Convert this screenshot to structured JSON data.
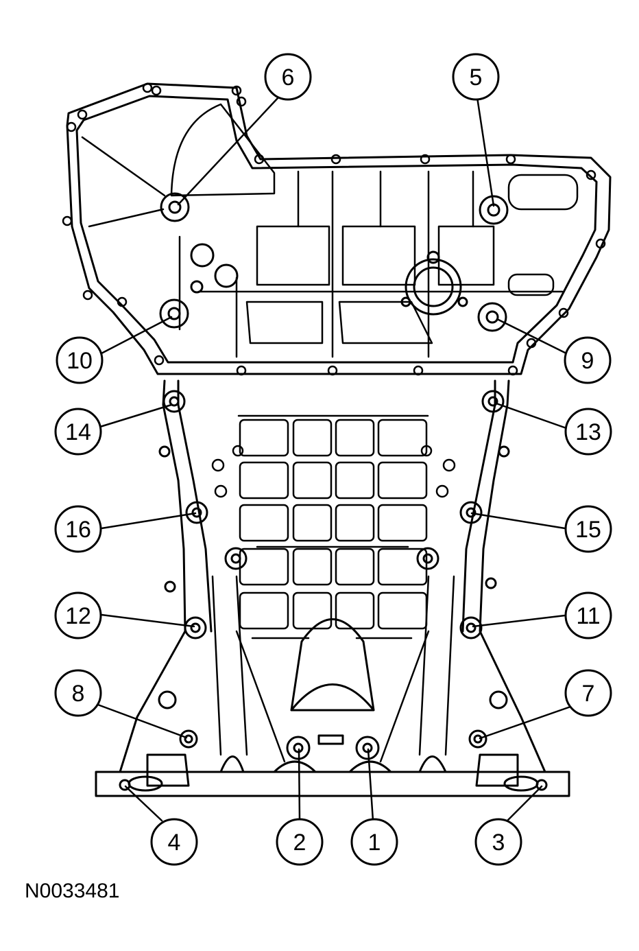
{
  "figure": {
    "reference_id": "N0033481",
    "callouts": [
      "1",
      "2",
      "3",
      "4",
      "5",
      "6",
      "7",
      "8",
      "9",
      "10",
      "11",
      "12",
      "13",
      "14",
      "15",
      "16"
    ],
    "colors": {
      "line": "#000000",
      "background": "#ffffff"
    }
  }
}
